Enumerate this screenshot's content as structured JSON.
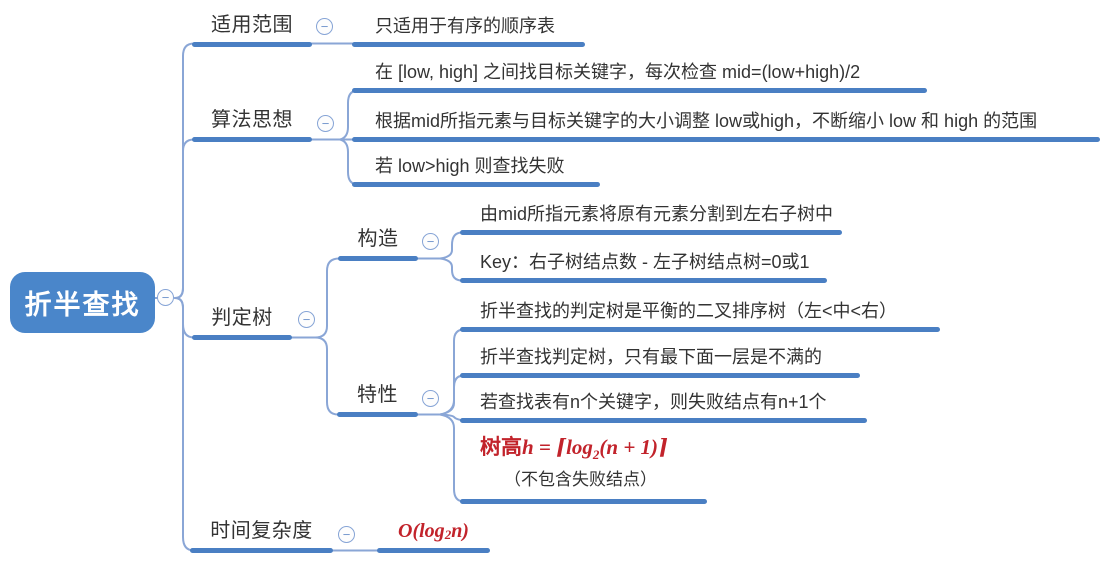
{
  "colors": {
    "root_node_blue": "#4a86ca",
    "branch_bar_blue": "#4a7fc3",
    "connector_line_blue": "#8aa6d6",
    "text_dark": "#333333",
    "accent_red": "#c2232b"
  },
  "root": {
    "label": "折半查找"
  },
  "branches": {
    "scope": {
      "label": "适用范围",
      "children": [
        "只适用于有序的顺序表"
      ]
    },
    "idea": {
      "label": "算法思想",
      "children": [
        "在 [low, high] 之间找目标关键字，每次检查 mid=(low+high)/2",
        "根据mid所指元素与目标关键字的大小调整 low或high，不断缩小 low 和 high 的范围",
        "若 low>high 则查找失败"
      ]
    },
    "decision_tree": {
      "label": "判定树",
      "construct": {
        "label": "构造",
        "children": [
          "由mid所指元素将原有元素分割到左右子树中",
          "Key：右子树结点数 - 左子树结点树=0或1"
        ]
      },
      "property": {
        "label": "特性",
        "children": [
          "折半查找的判定树是平衡的二叉排序树（左<中<右）",
          "折半查找判定树，只有最下面一层是不满的",
          "若查找表有n个关键字，则失败结点有n+1个"
        ],
        "tree_height": {
          "cn": "树高",
          "math_pre": "h = ⌈log",
          "sub": "2",
          "math_post": "(n + 1)⌉",
          "note": "（不包含失败结点）"
        }
      }
    },
    "complexity": {
      "label": "时间复杂度",
      "formula": {
        "pre": "O(log",
        "sub": "2",
        "post": "n)"
      }
    }
  },
  "icons": {
    "collapse_glyph": "−"
  }
}
